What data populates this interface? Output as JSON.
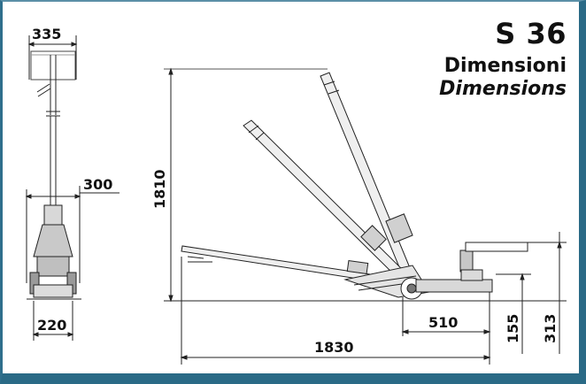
{
  "header": {
    "model": "S 36",
    "title_it": "Dimensioni",
    "title_en": "Dimensions"
  },
  "front_view": {
    "dim_top": "335",
    "dim_middle": "300",
    "dim_bottom": "220"
  },
  "side_view": {
    "dim_height": "1810",
    "dim_saddle": "510",
    "dim_total_length": "1830",
    "dim_min_height": "155",
    "dim_max_height": "313"
  },
  "colors": {
    "frame": "#2a6a86",
    "lines": "#222222"
  }
}
